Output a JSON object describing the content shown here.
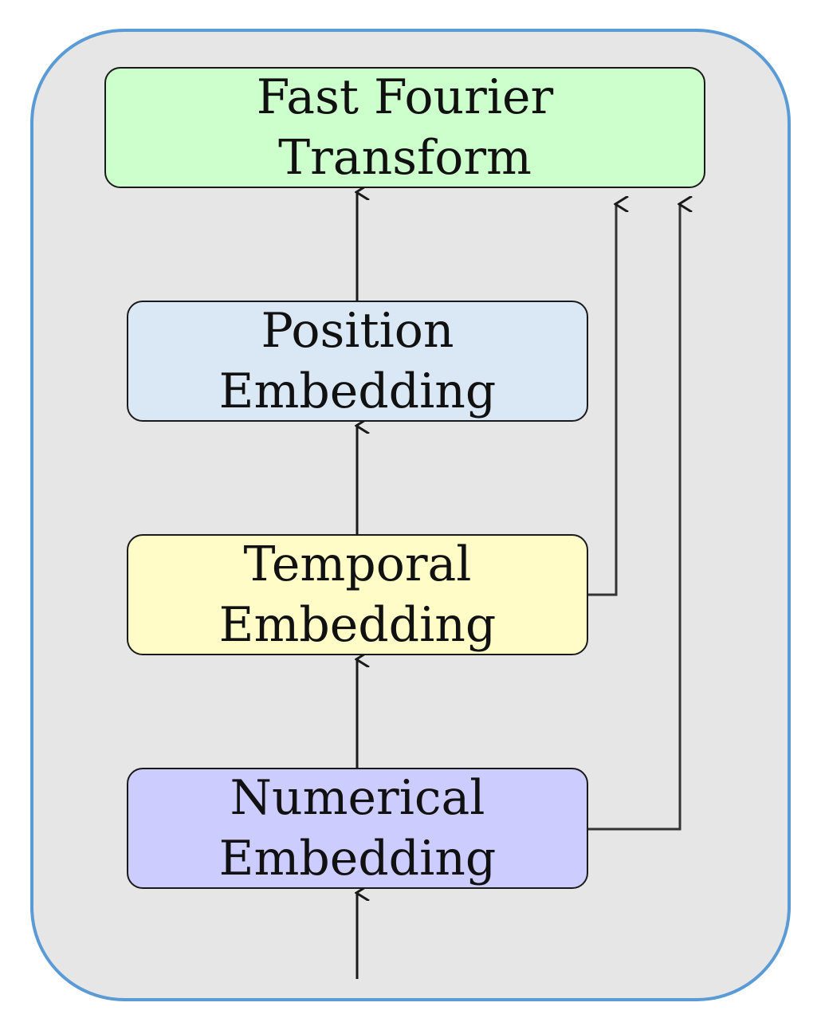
{
  "colors": {
    "container_fill": "#e6e6e6",
    "container_border": "#5b9bd5",
    "fft": "#ccffcc",
    "position": "#dae8f5",
    "temporal": "#fffcc8",
    "numerical": "#ccccff",
    "arrow": "#1a1a1a"
  },
  "blocks": {
    "fft": {
      "line1": "Fast Fourier",
      "line2": "Transform"
    },
    "position": {
      "line1": "Position",
      "line2": "Embedding"
    },
    "temporal": {
      "line1": "Temporal",
      "line2": "Embedding"
    },
    "numerical": {
      "line1": "Numerical",
      "line2": "Embedding"
    }
  }
}
